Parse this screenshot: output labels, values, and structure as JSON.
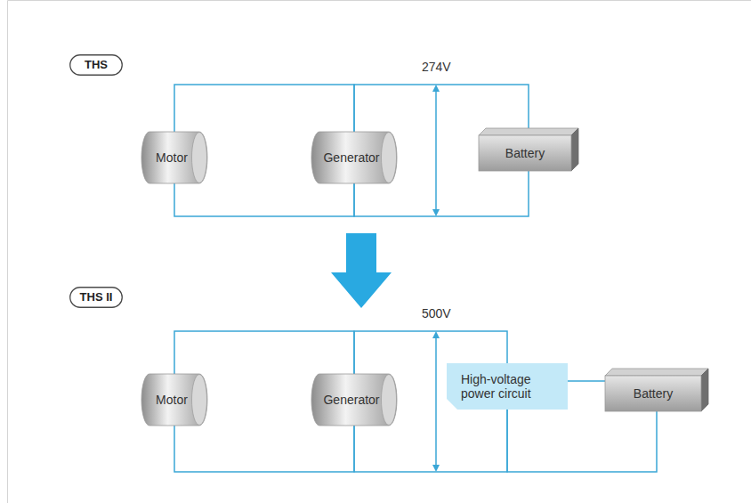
{
  "diagram": {
    "nodes": [
      {
        "text": [
          "THS"
        ]
      },
      {
        "text": [
          "Motor"
        ]
      },
      {
        "text": [
          "Generator"
        ]
      },
      {
        "text": [
          "Battery"
        ]
      },
      {
        "text": [
          "THS II"
        ]
      },
      {
        "text": [
          "Motor"
        ]
      },
      {
        "text": [
          "Generator"
        ]
      },
      {
        "text": [
          "High-voltage power circuit"
        ]
      },
      {
        "text": [
          "Battery"
        ]
      }
    ],
    "edges": [
      {
        "from": 1,
        "to": 2,
        "arrow": "none"
      },
      {
        "from": 2,
        "to": 3,
        "arrow": "none"
      },
      {
        "from": 5,
        "to": 6,
        "arrow": "none"
      },
      {
        "from": 6,
        "to": 7,
        "arrow": "none"
      },
      {
        "from": 7,
        "to": 8,
        "arrow": "none"
      }
    ],
    "labels": [
      "274V",
      "500V"
    ]
  }
}
